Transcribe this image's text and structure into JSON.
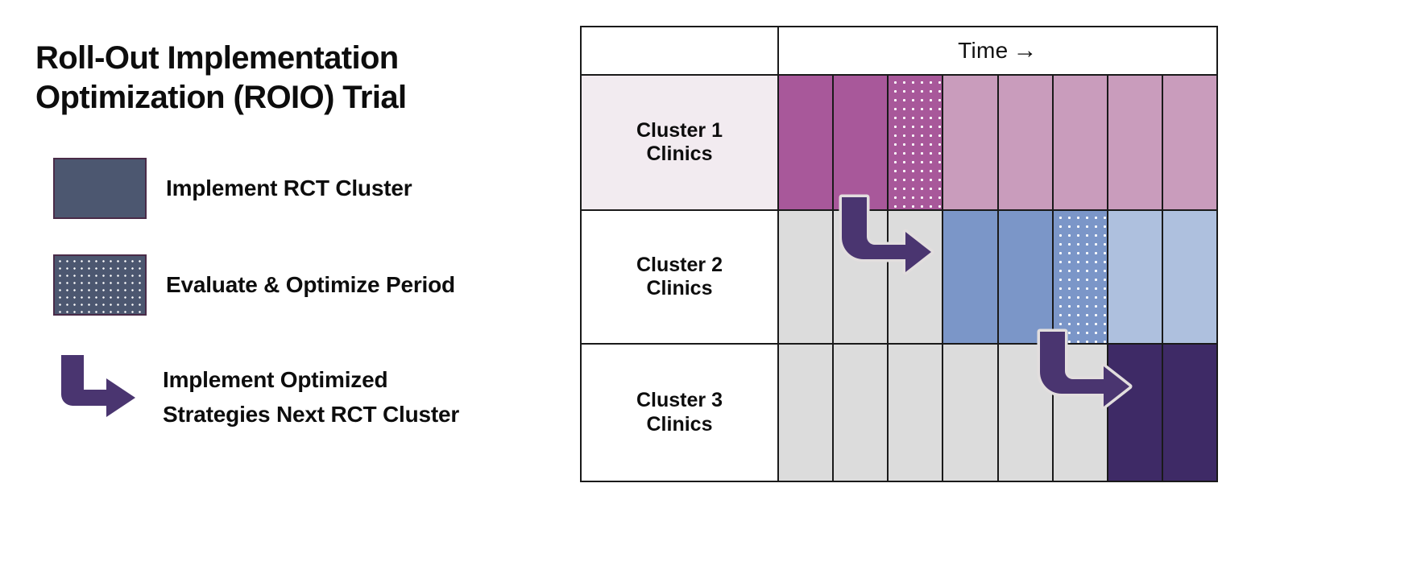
{
  "title": {
    "line1": "Roll-Out Implementation",
    "line2": "Optimization (ROIO) Trial"
  },
  "legend": {
    "items": [
      {
        "label": "Implement RCT Cluster",
        "swatch": "solid-square",
        "color": "#4c5770"
      },
      {
        "label": "Evaluate & Optimize Period",
        "swatch": "dotted-square",
        "color": "#4c5770"
      },
      {
        "label_line1": "Implement Optimized",
        "label_line2": "Strategies Next RCT Cluster",
        "swatch": "elbow-arrow-icon",
        "color": "#4a3570"
      }
    ]
  },
  "table": {
    "header": {
      "time_label": "Time",
      "time_arrow": "→"
    },
    "rows": [
      {
        "label_line1": "Cluster 1",
        "label_line2": "Clinics",
        "label_tinted": true,
        "cells": [
          {
            "fill": "magenta",
            "pattern": "solid"
          },
          {
            "fill": "magenta",
            "pattern": "solid"
          },
          {
            "fill": "magenta",
            "pattern": "dotted"
          },
          {
            "fill": "pink",
            "pattern": "solid"
          },
          {
            "fill": "pink",
            "pattern": "solid"
          },
          {
            "fill": "pink",
            "pattern": "solid"
          },
          {
            "fill": "pink",
            "pattern": "solid"
          },
          {
            "fill": "pink",
            "pattern": "solid"
          }
        ]
      },
      {
        "label_line1": "Cluster 2",
        "label_line2": "Clinics",
        "label_tinted": false,
        "cells": [
          {
            "fill": "gray",
            "pattern": "solid"
          },
          {
            "fill": "gray",
            "pattern": "solid"
          },
          {
            "fill": "gray",
            "pattern": "solid"
          },
          {
            "fill": "blue",
            "pattern": "solid"
          },
          {
            "fill": "blue",
            "pattern": "solid"
          },
          {
            "fill": "blue",
            "pattern": "dotted"
          },
          {
            "fill": "lightblue",
            "pattern": "solid"
          },
          {
            "fill": "lightblue",
            "pattern": "solid"
          }
        ]
      },
      {
        "label_line1": "Cluster 3",
        "label_line2": "Clinics",
        "label_tinted": false,
        "cells": [
          {
            "fill": "gray",
            "pattern": "solid"
          },
          {
            "fill": "gray",
            "pattern": "solid"
          },
          {
            "fill": "gray",
            "pattern": "solid"
          },
          {
            "fill": "gray",
            "pattern": "solid"
          },
          {
            "fill": "gray",
            "pattern": "solid"
          },
          {
            "fill": "gray",
            "pattern": "solid"
          },
          {
            "fill": "purple",
            "pattern": "solid"
          },
          {
            "fill": "purple",
            "pattern": "solid"
          }
        ]
      }
    ],
    "transition_arrows": [
      {
        "from_row": 1,
        "from_col": 3,
        "to_row": 2,
        "to_col": 4
      },
      {
        "from_row": 2,
        "from_col": 6,
        "to_row": 3,
        "to_col": 7
      }
    ]
  },
  "colors": {
    "magenta": "#a8589a",
    "pink": "#c99cbc",
    "blue": "#7b96c8",
    "lightblue": "#aec0de",
    "purple": "#3e2a66",
    "gray": "#dcdcdc",
    "legend_slate": "#4c5770",
    "arrow_purple": "#4a3570",
    "label_tint": "#f2ebf0",
    "border": "#1a1a1a"
  }
}
